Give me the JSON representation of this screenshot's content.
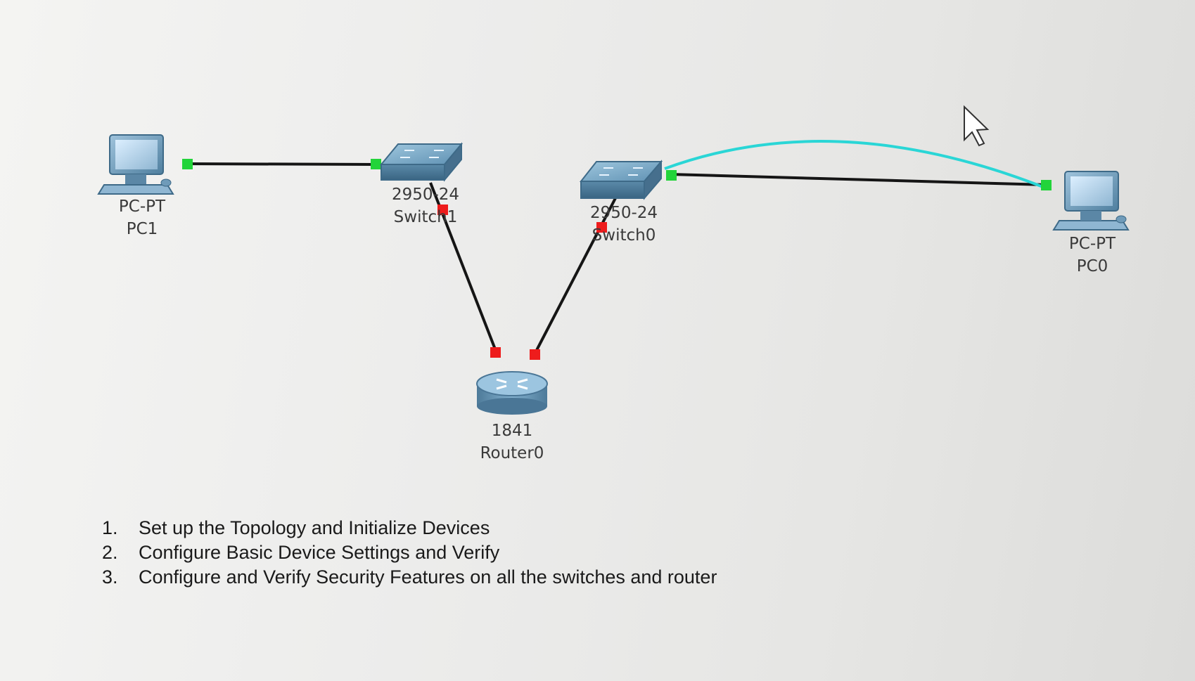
{
  "devices": {
    "pc1": {
      "model": "PC-PT",
      "name": "PC1",
      "icon": "pc-icon"
    },
    "switch1": {
      "model": "2950-24",
      "name": "Switch1",
      "icon": "switch-icon"
    },
    "switch0": {
      "model": "2950-24",
      "name": "Switch0",
      "icon": "switch-icon"
    },
    "pc0": {
      "model": "PC-PT",
      "name": "PC0",
      "icon": "pc-icon"
    },
    "router0": {
      "model": "1841",
      "name": "Router0",
      "icon": "router-icon"
    }
  },
  "links": [
    {
      "from": "PC1",
      "to": "Switch1",
      "type": "copper-straight",
      "status": "up"
    },
    {
      "from": "Switch1",
      "to": "Router0",
      "type": "copper-straight",
      "status": "down"
    },
    {
      "from": "Switch0",
      "to": "Router0",
      "type": "copper-straight",
      "status": "down"
    },
    {
      "from": "Switch0",
      "to": "PC0",
      "type": "copper-straight",
      "status": "up"
    },
    {
      "from": "Switch0",
      "to": "PC0",
      "type": "console",
      "status": "connected"
    }
  ],
  "tasks": [
    {
      "number": "1.",
      "text": "Set up the Topology and Initialize Devices"
    },
    {
      "number": "2.",
      "text": "Configure Basic Device Settings and Verify"
    },
    {
      "number": "3.",
      "text": "Configure and Verify Security Features on all the switches and router"
    }
  ],
  "colors": {
    "link_up": "#22d43a",
    "link_down": "#ee1c1c",
    "cable": "#151515",
    "console_cable": "#2ad6d6",
    "device_blue": "#6a9bbd"
  }
}
